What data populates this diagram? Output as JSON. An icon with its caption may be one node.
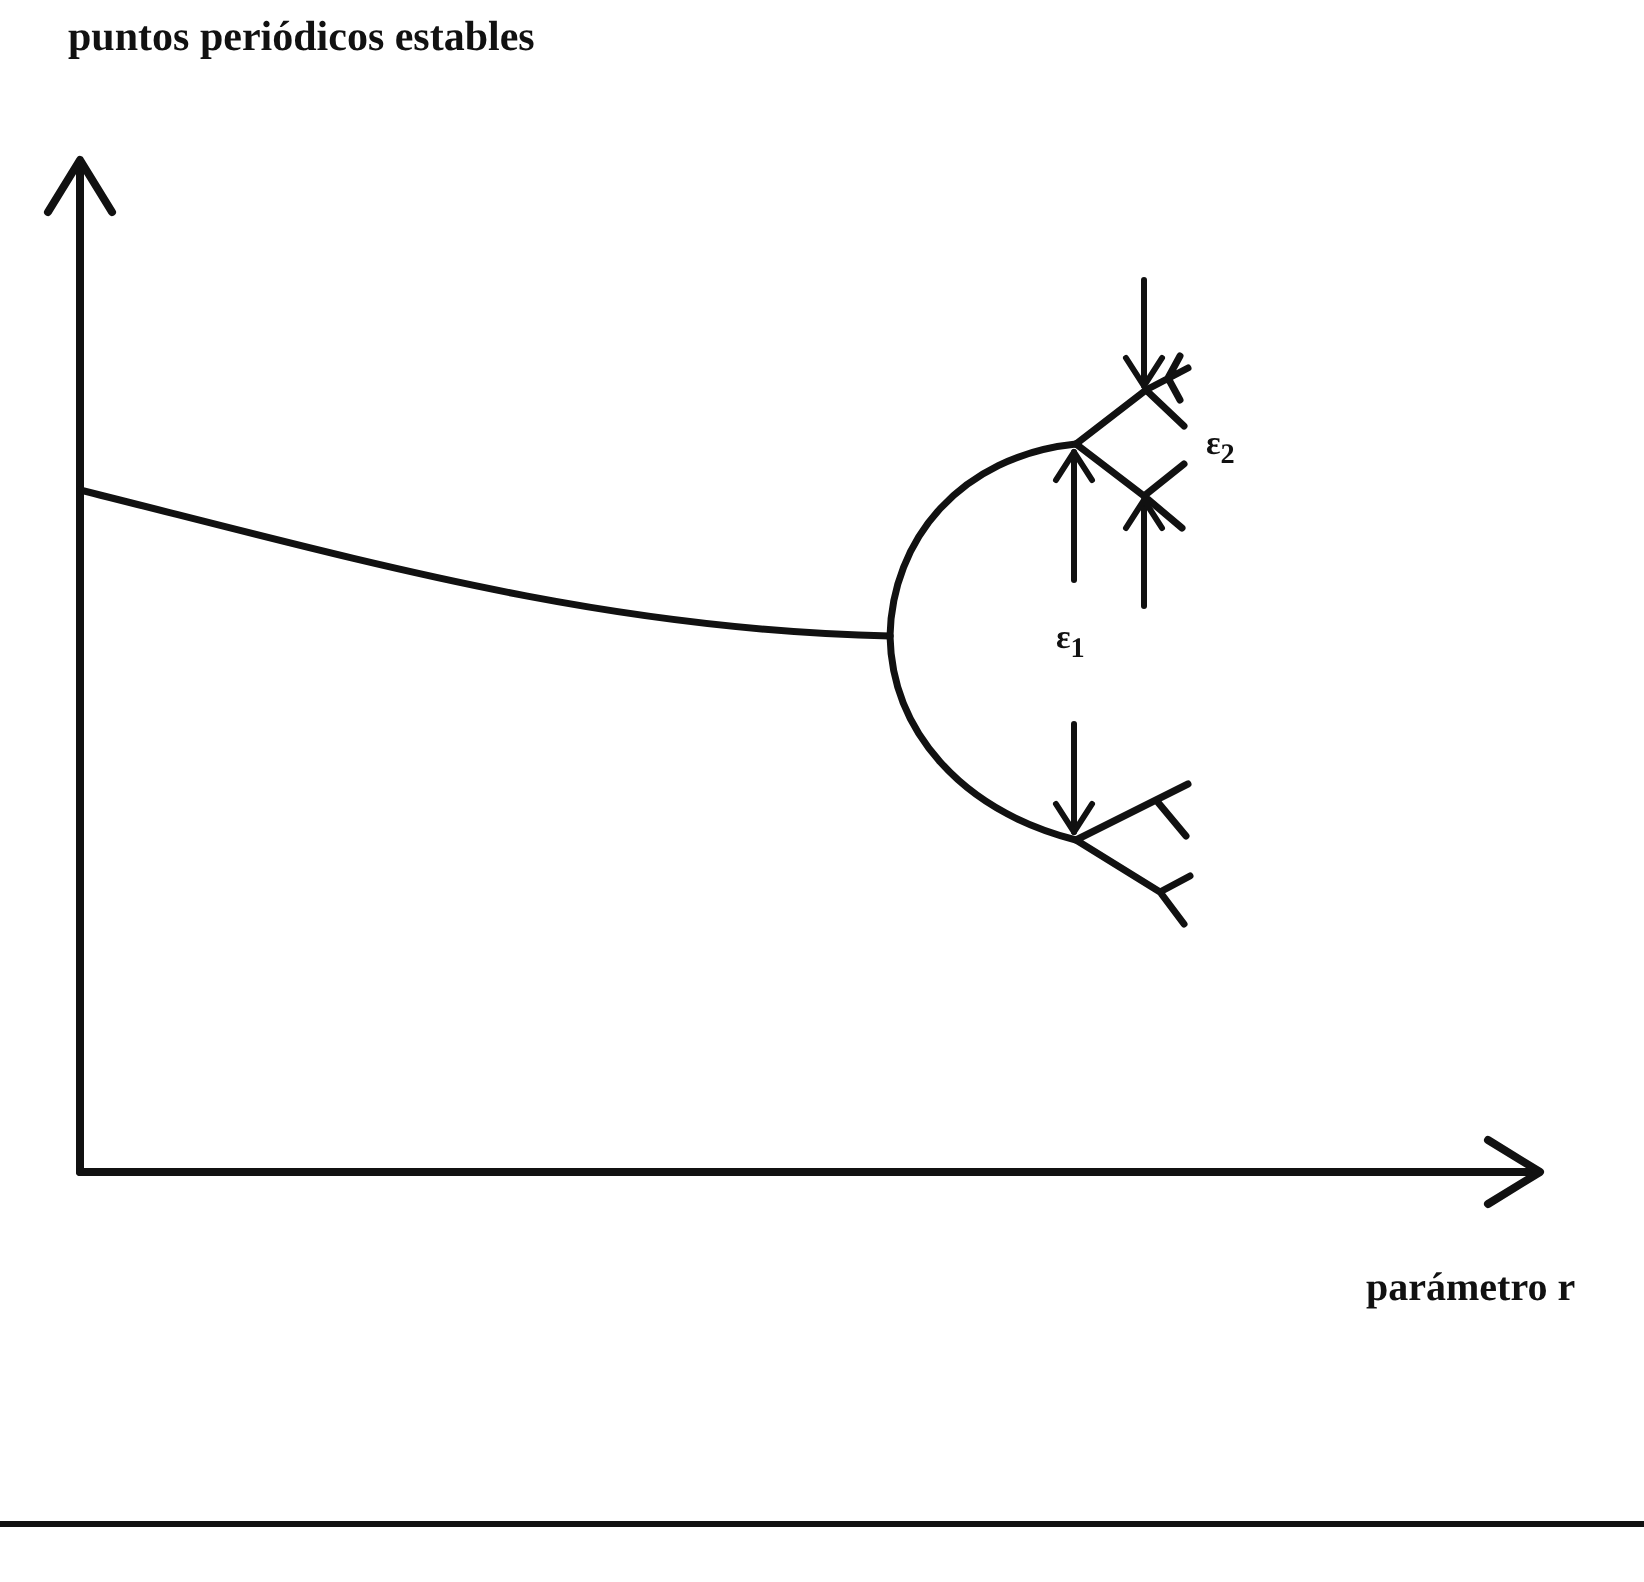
{
  "diagram": {
    "labels": [
      "puntos periódicos estables",
      "ε$_{2}$",
      "ε$_{1}$",
      "parámetro r"
    ]
  }
}
